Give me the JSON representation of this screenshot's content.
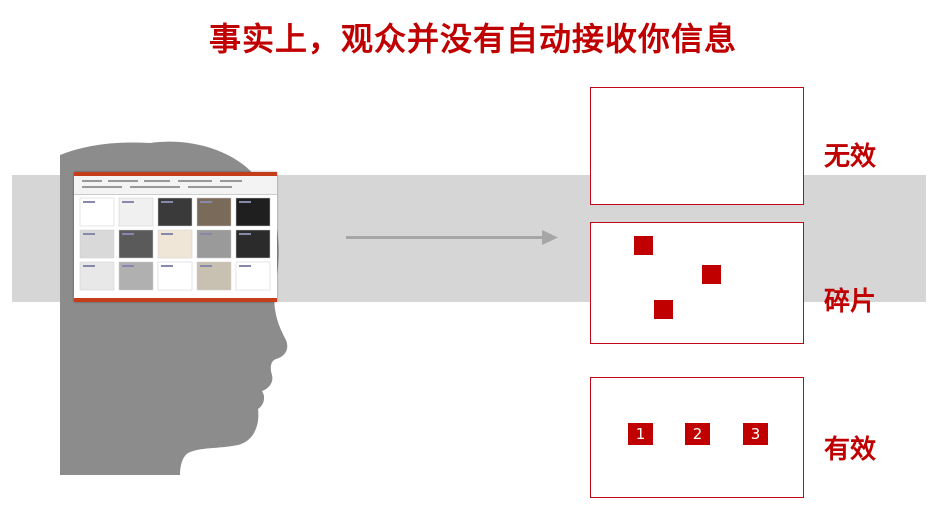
{
  "title": "事实上，观众并没有自动接收你信息",
  "colors": {
    "accent": "#c00000",
    "band": "#d6d6d6",
    "head": "#8c8c8c",
    "arrow": "#a6a6a6",
    "panel_border": "#c0081b"
  },
  "panels": [
    {
      "label": "无效"
    },
    {
      "label": "碎片"
    },
    {
      "label": "有效",
      "items": [
        "1",
        "2",
        "3"
      ]
    }
  ]
}
